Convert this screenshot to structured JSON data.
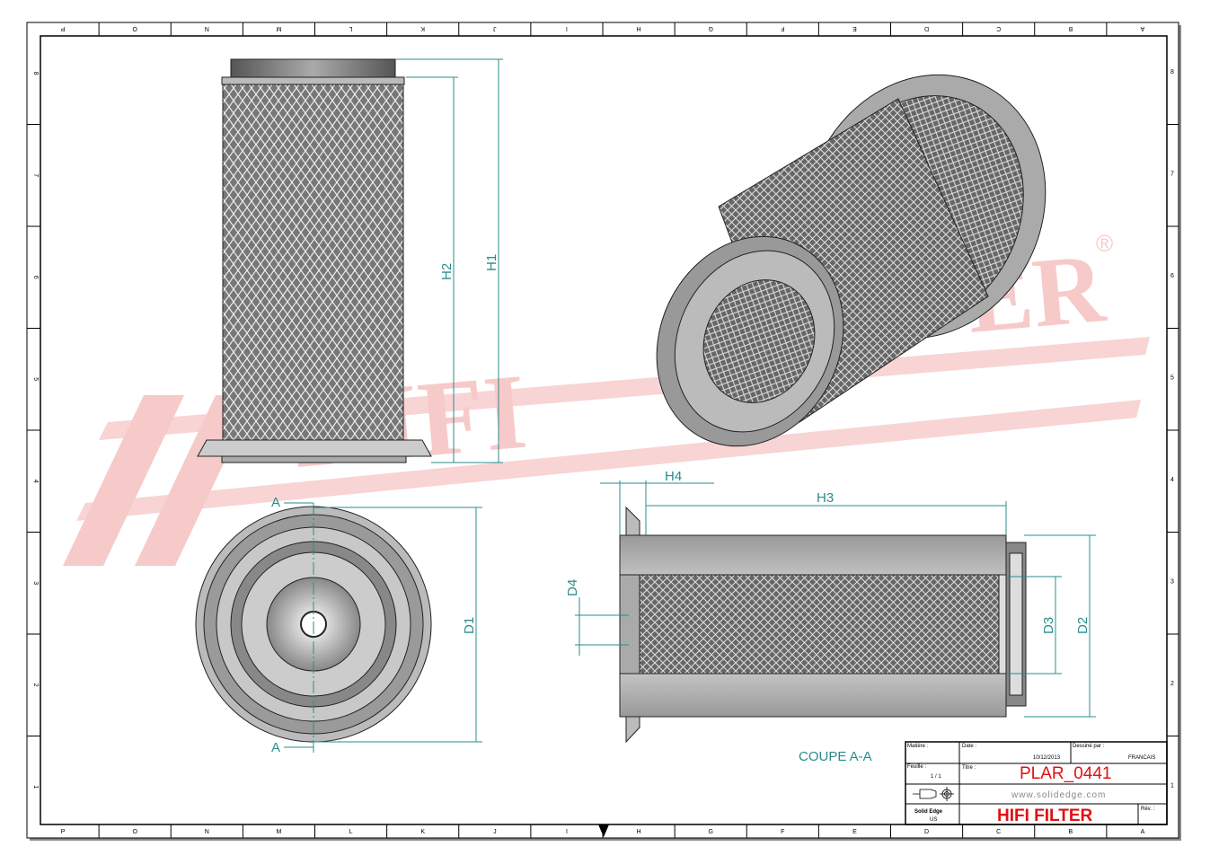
{
  "sheet": {
    "columns": [
      "P",
      "O",
      "N",
      "M",
      "L",
      "K",
      "J",
      "I",
      "H",
      "G",
      "F",
      "E",
      "D",
      "C",
      "B",
      "A"
    ],
    "rows": [
      "8",
      "7",
      "6",
      "5",
      "4",
      "3",
      "2",
      "1"
    ]
  },
  "watermark": {
    "text": "HIFI FILTER",
    "registered": "®",
    "color": "#f6c4c4"
  },
  "dimensions": {
    "h1": "H1",
    "h2": "H2",
    "h3": "H3",
    "h4": "H4",
    "d1": "D1",
    "d2": "D2",
    "d3": "D3",
    "d4": "D4",
    "section_mark_top": "A",
    "section_mark_bottom": "A"
  },
  "section_label": "COUPE A-A",
  "title_block": {
    "material_label": "Matière :",
    "date_label": "Date :",
    "date": "10/12/2013",
    "drawn_by_label": "Dessiné par :",
    "drawn_by": "FRANCAIS",
    "sheet_label": "Feuille :",
    "sheet": "1 / 1",
    "title_label": "Titre :",
    "title": "PLAR_0441",
    "website": "www.solidedge.com",
    "software": "Solid Edge",
    "units": "US",
    "company": "HIFI FILTER",
    "rev_label": "Rév. :"
  },
  "colors": {
    "dimension": "#2a8c8c",
    "title": "#e01010"
  }
}
